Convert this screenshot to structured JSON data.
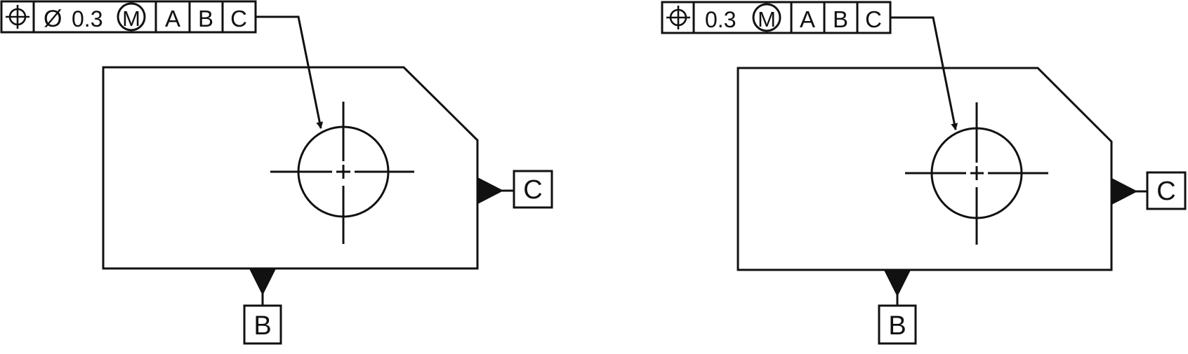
{
  "colors": {
    "line": "#111111",
    "background": "#ffffff"
  },
  "drawings": [
    {
      "feature_control_frame": {
        "symbol_icon": "position-icon",
        "diameter_symbol": "Ø",
        "tolerance": "0.3",
        "modifier": "M",
        "datums": [
          "A",
          "B",
          "C"
        ]
      },
      "datum_labels": {
        "bottom": "B",
        "right": "C"
      }
    },
    {
      "feature_control_frame": {
        "symbol_icon": "position-icon",
        "diameter_symbol": "",
        "tolerance": "0.3",
        "modifier": "M",
        "datums": [
          "A",
          "B",
          "C"
        ]
      },
      "datum_labels": {
        "bottom": "B",
        "right": "C"
      }
    }
  ]
}
